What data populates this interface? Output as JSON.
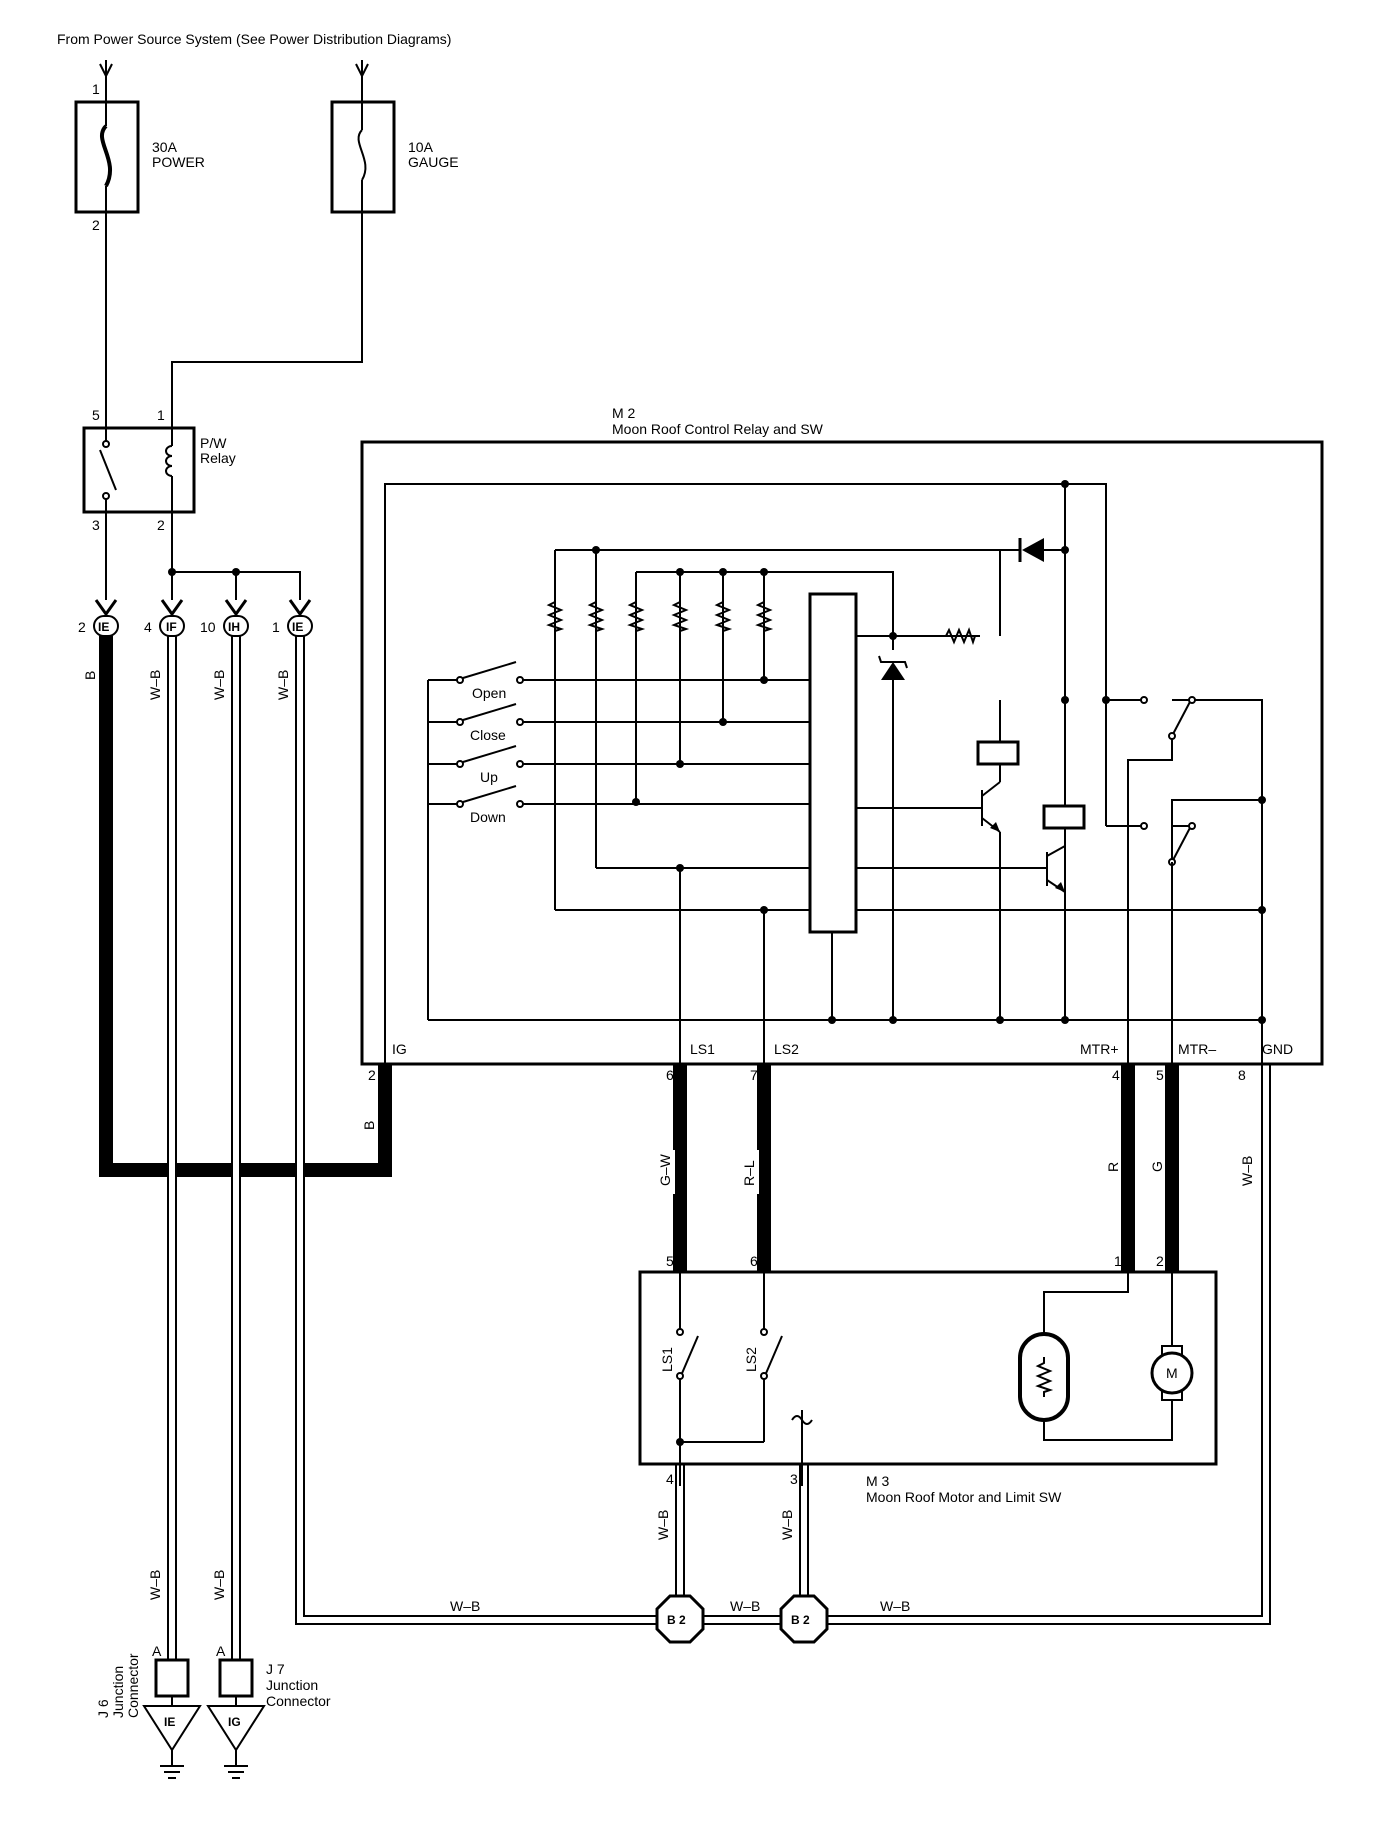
{
  "header": {
    "source_note": "From Power Source System (See Power Distribution Diagrams)"
  },
  "fuses": {
    "power": {
      "rating": "30A",
      "name": "POWER",
      "pin_in": "1",
      "pin_out": "2"
    },
    "gauge": {
      "rating": "10A",
      "name": "GAUGE"
    }
  },
  "relay": {
    "label_line1": "P/W",
    "label_line2": "Relay",
    "pins": {
      "p5": "5",
      "p1": "1",
      "p3": "3",
      "p2": "2"
    }
  },
  "connectors": {
    "c1": {
      "pin": "2",
      "code": "IE",
      "wire": "B"
    },
    "c2": {
      "pin": "4",
      "code": "IF",
      "wire": "W–B"
    },
    "c3": {
      "pin": "10",
      "code": "IH",
      "wire": "W–B"
    },
    "c4": {
      "pin": "1",
      "code": "IE",
      "wire": "W–B"
    }
  },
  "control_unit": {
    "id": "M 2",
    "name": "Moon Roof Control Relay and SW",
    "switches": [
      "Open",
      "Close",
      "Up",
      "Down"
    ],
    "terminals": {
      "ig": "IG",
      "ls1": "LS1",
      "ls2": "LS2",
      "mtr_plus": "MTR+",
      "mtr_minus": "MTR–",
      "gnd": "GND"
    },
    "pins": {
      "ig": "2",
      "ls1": "6",
      "ls2": "7",
      "mtr_plus": "4",
      "mtr_minus": "5",
      "gnd": "8"
    }
  },
  "wires": {
    "ig_wire": "B",
    "ls1_wire": "G–W",
    "ls2_wire": "R–L",
    "mtr_plus_wire": "R",
    "mtr_minus_wire": "G",
    "gnd_wire": "W–B",
    "ground_bus": "W–B",
    "m3_pin4_wire": "W–B",
    "m3_pin3_wire": "W–B",
    "j6_wire": "W–B",
    "j7_wire": "W–B"
  },
  "motor_unit": {
    "id": "M 3",
    "name": "Moon Roof Motor and Limit SW",
    "switch_ls1": "LS1",
    "switch_ls2": "LS2",
    "motor_symbol": "M",
    "pins": {
      "p5": "5",
      "p6": "6",
      "p1": "1",
      "p2": "2",
      "p4": "4",
      "p3": "3"
    }
  },
  "ground_points": {
    "b2a": "B 2",
    "b2b": "B 2"
  },
  "junctions": {
    "j6": {
      "id": "J 6",
      "line1": "Junction",
      "line2": "Connector",
      "pin": "A",
      "ground": "IE"
    },
    "j7": {
      "id": "J 7",
      "line1": "Junction",
      "line2": "Connector",
      "pin": "A",
      "ground": "IG"
    }
  }
}
